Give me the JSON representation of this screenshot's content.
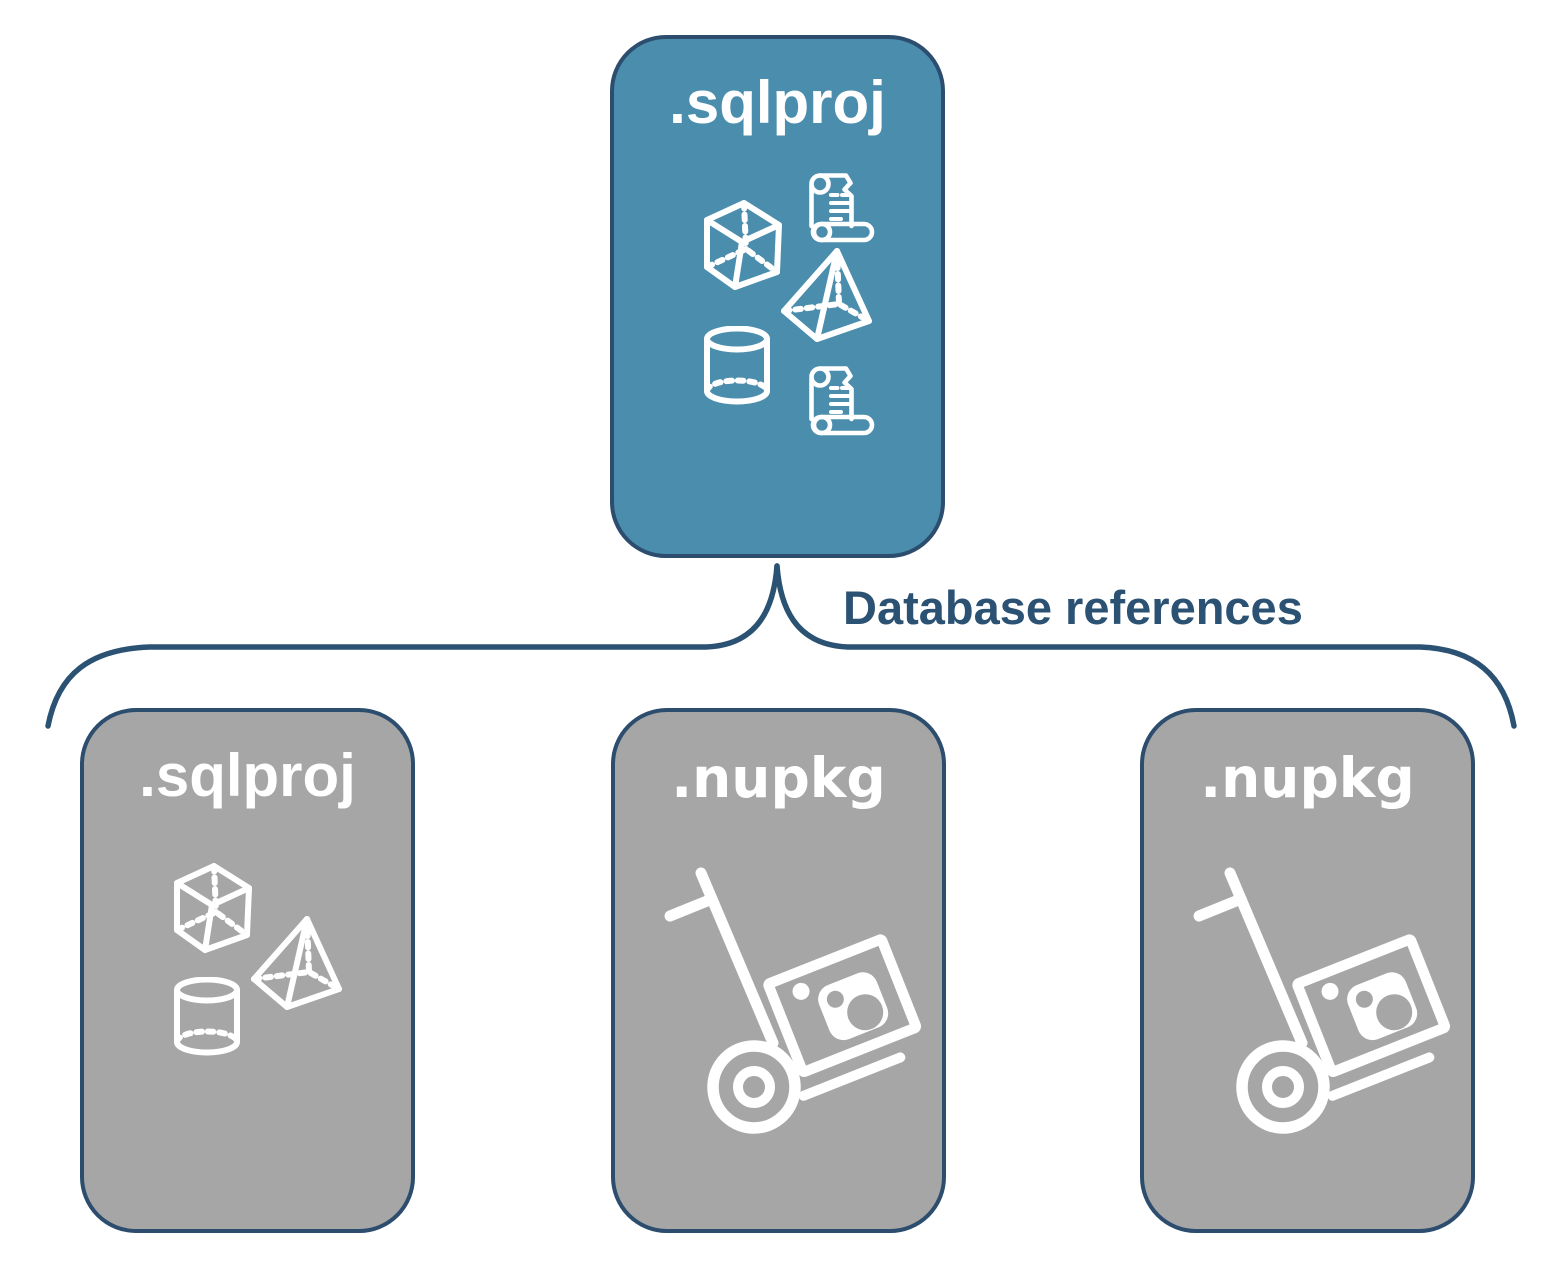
{
  "connector": {
    "label": "Database references"
  },
  "cards": {
    "root": {
      "label": ".sqlproj",
      "icons": [
        "cube-icon",
        "script-scroll-icon",
        "pyramid-icon",
        "cylinder-icon",
        "script-scroll-icon"
      ]
    },
    "child_sqlproj": {
      "label": ".sqlproj",
      "icons": [
        "cube-icon",
        "pyramid-icon",
        "cylinder-icon"
      ]
    },
    "child_nupkg_1": {
      "label": ".nupkg",
      "icons": [
        "package-dolly-icon"
      ]
    },
    "child_nupkg_2": {
      "label": ".nupkg",
      "icons": [
        "package-dolly-icon"
      ]
    }
  },
  "colors": {
    "root_fill": "#4A8DAD",
    "child_fill": "#A6A6A6",
    "card_border": "#2C4D6E",
    "brace": "#2B5273",
    "connector_text": "#2B5273",
    "card_text": "#FFFFFF",
    "icon_stroke": "#FFFFFF",
    "background": "#FFFFFF"
  }
}
